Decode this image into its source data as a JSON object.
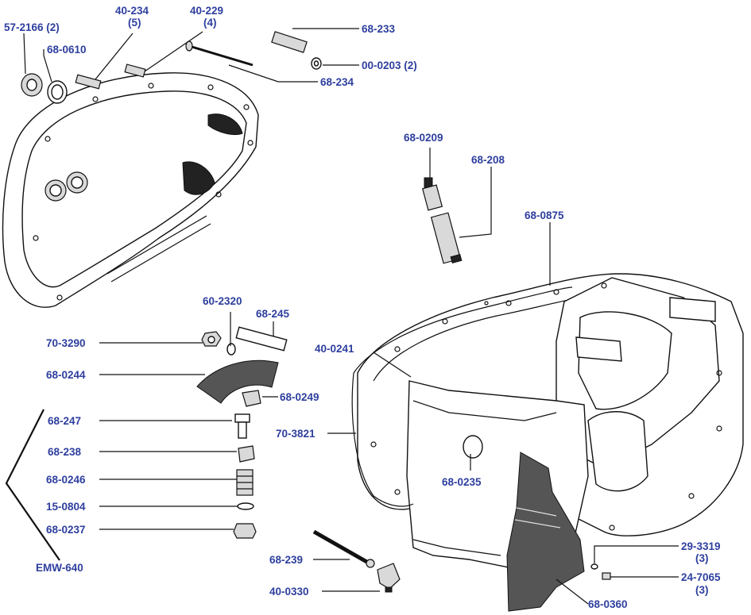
{
  "labels": {
    "l_57_2166": "57-2166 (2)",
    "l_68_0610": "68-0610",
    "l_40_234": "40-234",
    "l_40_234_q": "(5)",
    "l_40_229": "40-229",
    "l_40_229_q": "(4)",
    "l_68_233": "68-233",
    "l_00_0203": "00-0203 (2)",
    "l_68_234": "68-234",
    "l_68_0209": "68-0209",
    "l_68_208": "68-208",
    "l_68_0875": "68-0875",
    "l_60_2320": "60-2320",
    "l_68_245": "68-245",
    "l_70_3290": "70-3290",
    "l_40_0241": "40-0241",
    "l_68_0244": "68-0244",
    "l_68_0249": "68-0249",
    "l_68_247": "68-247",
    "l_70_3821": "70-3821",
    "l_68_238": "68-238",
    "l_68_0246": "68-0246",
    "l_68_0235": "68-0235",
    "l_15_0804": "15-0804",
    "l_68_0237": "68-0237",
    "l_29_3319": "29-3319",
    "l_29_3319_q": "(3)",
    "l_68_239": "68-239",
    "l_emw_640": "EMW-640",
    "l_24_7065": "24-7065",
    "l_24_7065_q": "(3)",
    "l_40_0330": "40-0330",
    "l_68_0360": "68-0360"
  }
}
